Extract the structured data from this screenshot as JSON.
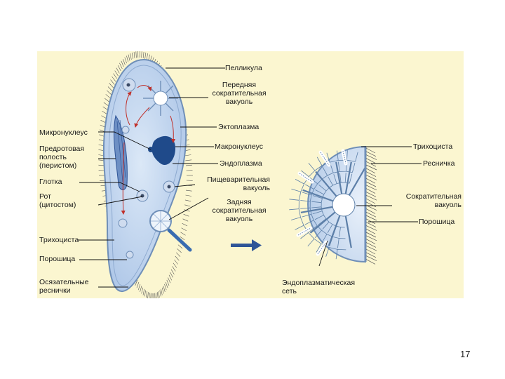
{
  "slide": {
    "page_number": "17"
  },
  "labels_left": {
    "micronucleus": "Микронуклеус",
    "oral_groove": "Предротовая\nполость\n(перистом)",
    "pharynx": "Глотка",
    "mouth": "Рот\n(цитостом)",
    "trichocyst": "Трихоциста",
    "anal_pore": "Порошица",
    "tactile_cilia": "Осязательные\nреснички"
  },
  "labels_center": {
    "pellicle": "Пелликула",
    "anterior_vacuole": "Передняя\nсократительная\nвакуоль",
    "ectoplasm": "Эктоплазма",
    "macronucleus": "Макронуклеус",
    "endoplasm": "Эндоплазма",
    "digestive_vacuole": "Пищеварительная\nвакуоль",
    "posterior_vacuole": "Задняя\nсократительная\nвакуоль"
  },
  "labels_right": {
    "trichocyst": "Трихоциста",
    "cilium": "Ресничка",
    "contractile_vacuole": "Сократительная\nвакуоль",
    "anal_pore": "Порошица",
    "endoplasmic_network": "Эндоплазматическая\nсеть"
  },
  "colors": {
    "panel_bg": "#fbf6d0",
    "cell_fill": "#bcd3ee",
    "cell_stroke": "#6f8fb8",
    "nucleus": "#1f4a8a",
    "arrow_blue": "#2f5597",
    "flow_red": "#c0302a",
    "network": "#5c7fa8"
  }
}
